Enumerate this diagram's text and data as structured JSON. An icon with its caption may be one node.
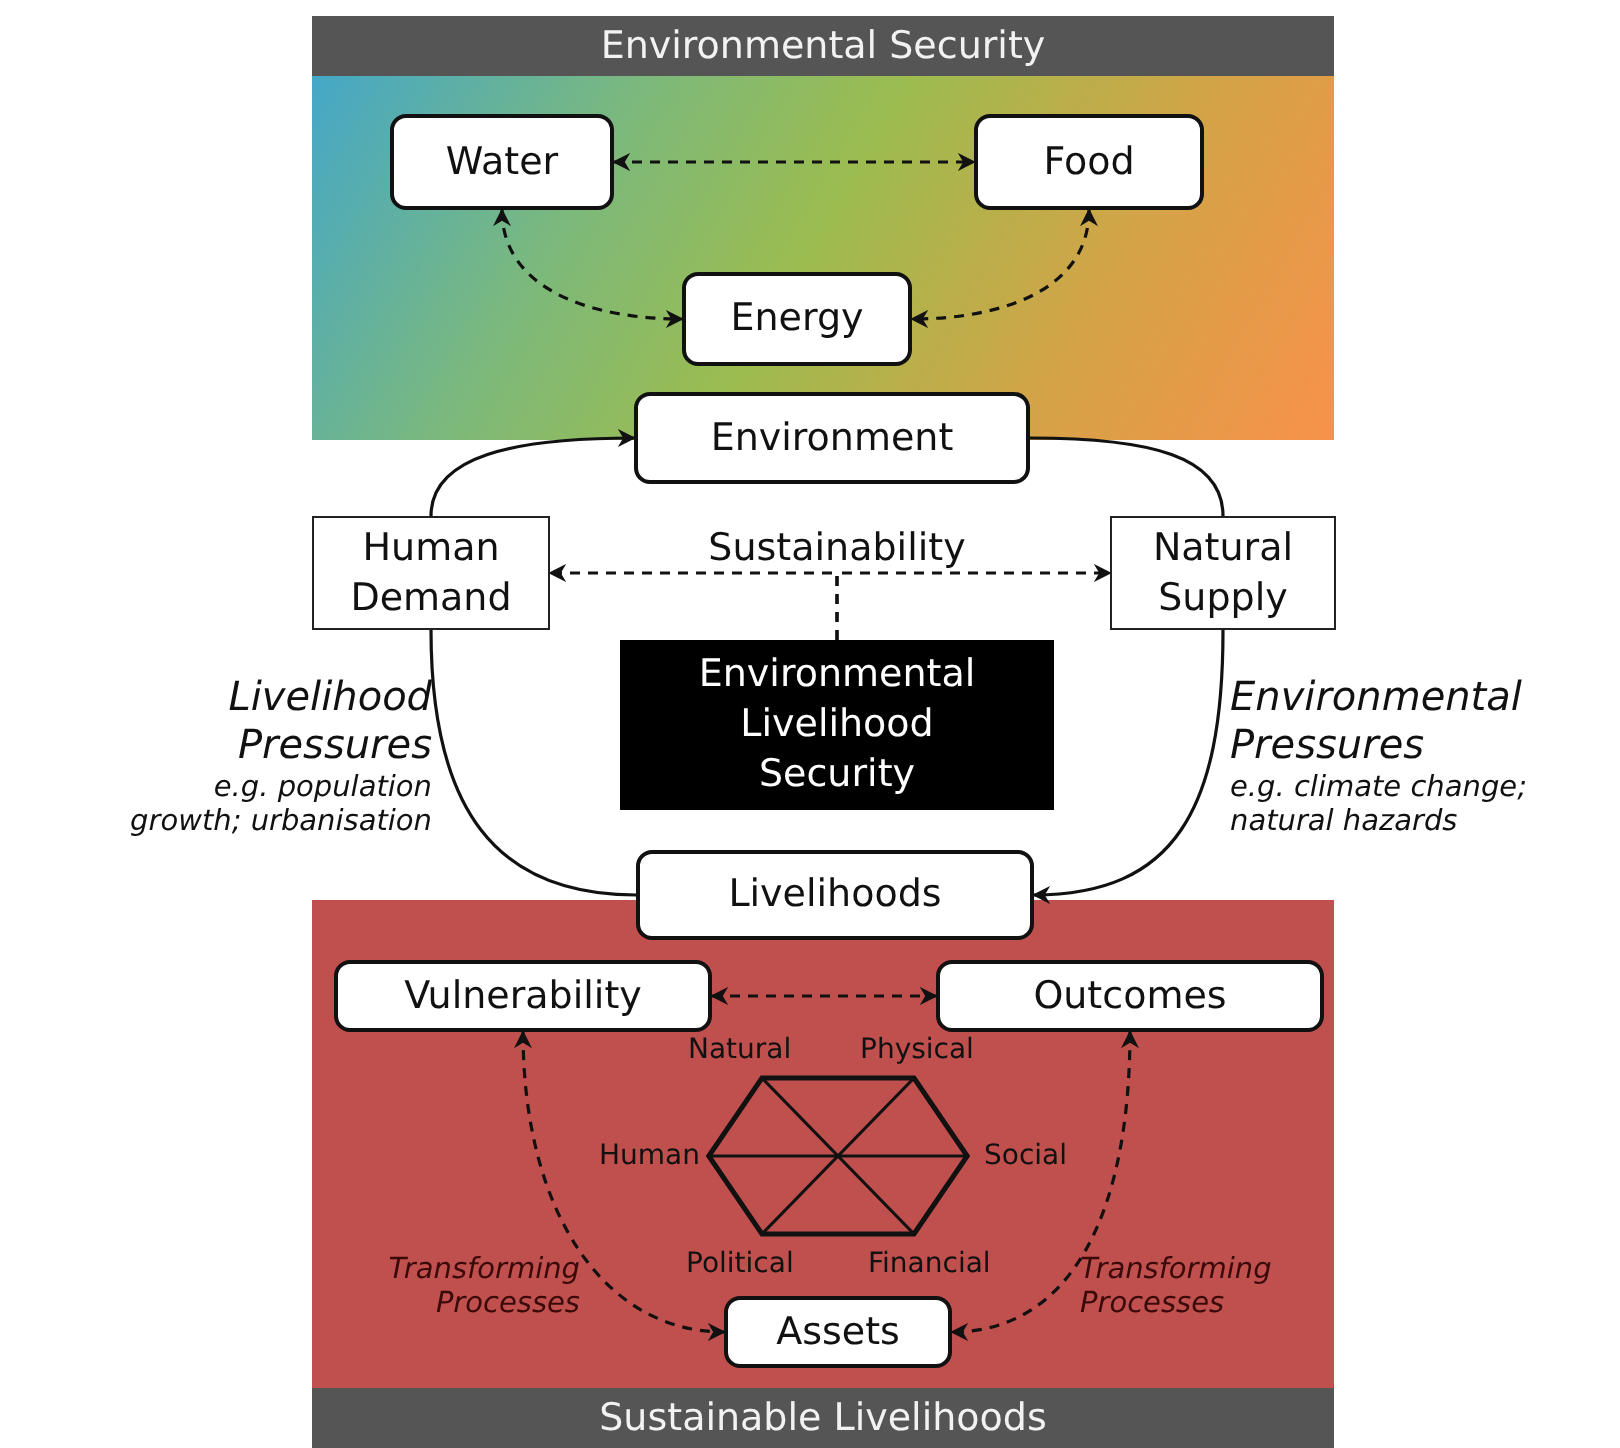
{
  "diagram": {
    "nodes": [
      {
        "text": [
          "Environmental Security"
        ]
      },
      {
        "text": [
          "Water"
        ],
        "in": 0
      },
      {
        "text": [
          "Food"
        ],
        "in": 0
      },
      {
        "text": [
          "Energy"
        ],
        "in": 0
      },
      {
        "text": [
          "Environment"
        ]
      },
      {
        "text": [
          "Human Demand"
        ]
      },
      {
        "text": [
          "Natural Supply"
        ]
      },
      {
        "text": [
          "Environmental Livelihood Security"
        ]
      },
      {
        "text": [
          "Livelihoods"
        ]
      },
      {
        "text": [
          "Sustainable Livelihoods"
        ]
      },
      {
        "text": [
          "Vulnerability"
        ],
        "in": 9
      },
      {
        "text": [
          "Outcomes"
        ],
        "in": 9
      },
      {
        "text": [
          "Assets"
        ],
        "in": 9
      }
    ],
    "edges": [
      {
        "from": 1,
        "to": 2,
        "arrow": "both",
        "style": "dashed"
      },
      {
        "from": 1,
        "to": 3,
        "arrow": "both",
        "style": "dashed"
      },
      {
        "from": 2,
        "to": 3,
        "arrow": "both",
        "style": "dashed"
      },
      {
        "from": 5,
        "to": 4,
        "arrow": "to"
      },
      {
        "from": 4,
        "to": 6,
        "arrow": "none"
      },
      {
        "from": 8,
        "to": 5,
        "arrow": "none"
      },
      {
        "from": 6,
        "to": 8,
        "arrow": "to"
      },
      {
        "from": 7,
        "to": 5,
        "arrow": "to",
        "style": "dashed",
        "label": "Sustainability"
      },
      {
        "from": 7,
        "to": 6,
        "arrow": "to",
        "style": "dashed"
      },
      {
        "from": 10,
        "to": 11,
        "arrow": "both",
        "style": "dashed"
      },
      {
        "from": 10,
        "to": 12,
        "arrow": "both",
        "style": "dashed"
      },
      {
        "from": 11,
        "to": 12,
        "arrow": "both",
        "style": "dashed"
      }
    ],
    "labels": [
      "Livelihood Pressures",
      "e.g. population growth; urbanisation",
      "Environmental Pressures",
      "e.g. climate change; natural hazards",
      "Natural",
      "Physical",
      "Human",
      "Social",
      "Political",
      "Financial",
      "Transforming Processes",
      "Transforming Processes"
    ]
  }
}
